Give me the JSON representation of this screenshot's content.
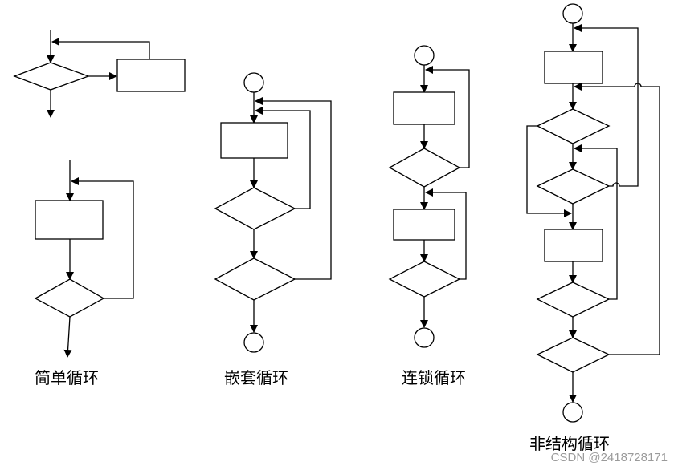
{
  "captions": {
    "simple": "简单循环",
    "nested": "嵌套循环",
    "chained": "连锁循环",
    "unstructured": "非结构循环"
  },
  "watermark": "CSDN @2418728171"
}
